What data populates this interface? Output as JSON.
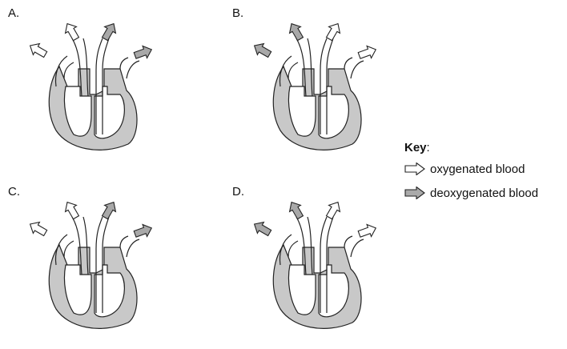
{
  "panels": [
    {
      "label": "A.",
      "arrows": {
        "left_outer": "oxygenated",
        "left_inner": "oxygenated",
        "right_inner": "deoxygenated",
        "right_outer": "deoxygenated"
      }
    },
    {
      "label": "B.",
      "arrows": {
        "left_outer": "deoxygenated",
        "left_inner": "deoxygenated",
        "right_inner": "oxygenated",
        "right_outer": "oxygenated"
      }
    },
    {
      "label": "C.",
      "arrows": {
        "left_outer": "oxygenated",
        "left_inner": "oxygenated",
        "right_inner": "deoxygenated",
        "right_outer": "deoxygenated"
      }
    },
    {
      "label": "D.",
      "arrows": {
        "left_outer": "deoxygenated",
        "left_inner": "deoxygenated",
        "right_inner": "oxygenated",
        "right_outer": "oxygenated"
      }
    }
  ],
  "key": {
    "title": "Key",
    "oxygenated": "oxygenated blood",
    "deoxygenated": "deoxygenated blood"
  },
  "colors": {
    "oxygenated": "#ffffff",
    "deoxygenated": "#a8a8a8",
    "heart_wall": "#c8c8c8",
    "stroke": "#222222"
  }
}
